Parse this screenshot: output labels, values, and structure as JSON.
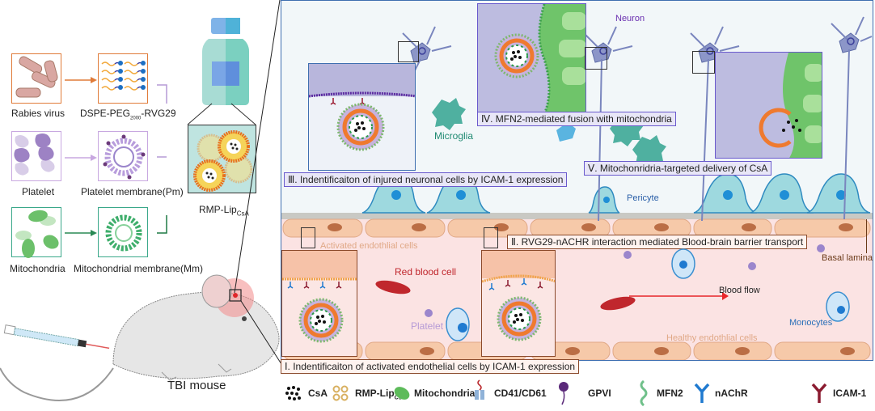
{
  "preparation": {
    "rows": [
      {
        "source_label": "Rabies virus",
        "product_label_main": "DSPE-PEG",
        "product_label_sub": "2000",
        "product_label_end": "-RVG29",
        "color": "#e07b39"
      },
      {
        "source_label": "Platelet",
        "product_label_main": "Platelet membrane(Pm)",
        "color": "#c8a8e0"
      },
      {
        "source_label": "Mitochondria",
        "product_label_main": "Mitochondrial membrane(Mm)",
        "color": "#3aa88a"
      }
    ],
    "product_label_main": "RMP-Lip",
    "product_label_sub": "CsA"
  },
  "mouse": {
    "label": "TBI mouse"
  },
  "brain": {
    "labels": {
      "neuron": "Neuron",
      "microglia": "Microglia",
      "pericyte": "Pericyte",
      "basal_lamina": "Basal lamina",
      "activated_endothelial": "Activated endothlial cells",
      "healthy_endothelial": "Healthy endothlial cells",
      "red_blood_cell": "Red blood cell",
      "platelet": "Platelet",
      "monocytes": "Monocytes",
      "blood_flow": "Blood flow"
    },
    "steps": [
      {
        "numeral": "Ⅰ.",
        "text": "Indentificaiton of activated endothelial cells by ICAM-1 expression"
      },
      {
        "numeral": "Ⅱ.",
        "text": "RVG29-nACHR interaction mediated Blood-brain barrier transport"
      },
      {
        "numeral": "Ⅲ.",
        "text": "Indentificaiton of injured neuronal cells by ICAM-1 expression"
      },
      {
        "numeral": "Ⅳ.",
        "text": "MFN2-mediated fusion with mitochondria"
      },
      {
        "numeral": "Ⅴ.",
        "text": "Mitochonridria-targeted delivery of CsA"
      }
    ]
  },
  "legend": [
    {
      "icon": "csa-dots-icon",
      "label": "CsA"
    },
    {
      "icon": "rmp-lip-icon",
      "label": "RMP-Lip",
      "sub": "CsA"
    },
    {
      "icon": "mitochondria-icon",
      "label": "Mitochondria"
    },
    {
      "icon": "cd41-cd61-icon",
      "label": "CD41/CD61"
    },
    {
      "icon": "gpvi-icon",
      "label": "GPVI"
    },
    {
      "icon": "mfn2-icon",
      "label": "MFN2"
    },
    {
      "icon": "nachr-icon",
      "label": "nAChR"
    },
    {
      "icon": "icam1-icon",
      "label": "ICAM-1"
    }
  ],
  "colors": {
    "brain_bg": "#f2f7f9",
    "vessel_bg": "#fbe3e3",
    "endothelial": "#f6c9a9",
    "pericyte": "#9ed9df",
    "neuron": "#8c96c8",
    "microglia": "#4fb0a0",
    "frame_blue": "#3f6fb0",
    "blood_flow_arrow": "#e8262a",
    "rbc": "#c0272d",
    "monocyte": "#3b8fd0"
  }
}
